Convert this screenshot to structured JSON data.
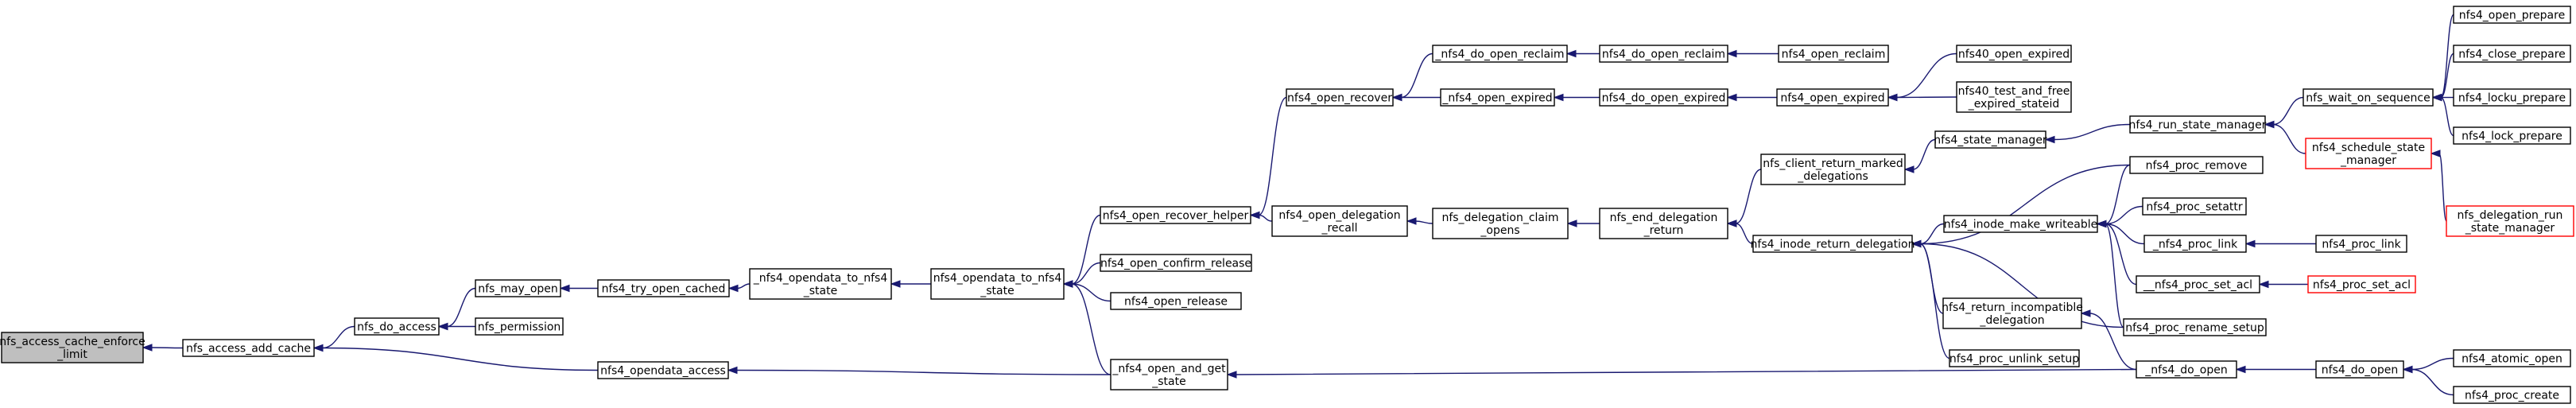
{
  "colors": {
    "edge": "#191970",
    "node_border": "#000000",
    "node_border_special": "#ff0000",
    "root_fill": "#bfbfbf"
  },
  "nodes": {
    "root": [
      "nfs_access_cache_enforce",
      "_limit"
    ],
    "nfs_access_add_cache": [
      "nfs_access_add_cache"
    ],
    "nfs_do_access": [
      "nfs_do_access"
    ],
    "nfs4_opendata_access": [
      "nfs4_opendata_access"
    ],
    "nfs_may_open": [
      "nfs_may_open"
    ],
    "nfs_permission": [
      "nfs_permission"
    ],
    "nfs4_try_open_cached": [
      "nfs4_try_open_cached"
    ],
    "_nfs4_opendata_to_nfs4_state": [
      "_nfs4_opendata_to_nfs4",
      "_state"
    ],
    "nfs4_opendata_to_nfs4_state": [
      "nfs4_opendata_to_nfs4",
      "_state"
    ],
    "nfs4_open_recover_helper": [
      "nfs4_open_recover_helper"
    ],
    "nfs4_open_confirm_release": [
      "nfs4_open_confirm_release"
    ],
    "nfs4_open_release": [
      "nfs4_open_release"
    ],
    "_nfs4_open_and_get_state": [
      "_nfs4_open_and_get",
      "_state"
    ],
    "nfs4_open_recover": [
      "nfs4_open_recover"
    ],
    "nfs4_open_delegation_recall": [
      "nfs4_open_delegation",
      "_recall"
    ],
    "_nfs4_do_open_reclaim": [
      "_nfs4_do_open_reclaim"
    ],
    "_nfs4_open_expired": [
      "_nfs4_open_expired"
    ],
    "nfs4_do_open_reclaim": [
      "nfs4_do_open_reclaim"
    ],
    "nfs4_open_reclaim": [
      "nfs4_open_reclaim"
    ],
    "nfs4_do_open_expired": [
      "nfs4_do_open_expired"
    ],
    "nfs4_open_expired": [
      "nfs4_open_expired"
    ],
    "nfs40_open_expired": [
      "nfs40_open_expired"
    ],
    "nfs40_test_and_free_expired_stateid": [
      "nfs40_test_and_free",
      "_expired_stateid"
    ],
    "nfs_delegation_claim_opens": [
      "nfs_delegation_claim",
      "_opens"
    ],
    "nfs_end_delegation_return": [
      "nfs_end_delegation",
      "_return"
    ],
    "nfs_client_return_marked_delegations": [
      "nfs_client_return_marked",
      "_delegations"
    ],
    "nfs4_state_manager": [
      "nfs4_state_manager"
    ],
    "nfs4_run_state_manager": [
      "nfs4_run_state_manager"
    ],
    "nfs4_inode_return_delegation": [
      "nfs4_inode_return_delegation"
    ],
    "nfs4_inode_make_writeable": [
      "nfs4_inode_make_writeable"
    ],
    "nfs4_return_incompatible_delegation": [
      "nfs4_return_incompatible",
      "_delegation"
    ],
    "nfs4_proc_unlink_setup": [
      "nfs4_proc_unlink_setup"
    ],
    "nfs4_proc_remove": [
      "nfs4_proc_remove"
    ],
    "nfs4_proc_setattr": [
      "nfs4_proc_setattr"
    ],
    "_nfs4_proc_link": [
      "_nfs4_proc_link"
    ],
    "__nfs4_proc_set_acl": [
      "__nfs4_proc_set_acl"
    ],
    "nfs4_proc_rename_setup": [
      "nfs4_proc_rename_setup"
    ],
    "_nfs4_do_open": [
      "_nfs4_do_open"
    ],
    "nfs4_proc_link": [
      "nfs4_proc_link"
    ],
    "nfs4_proc_set_acl": [
      "nfs4_proc_set_acl"
    ],
    "nfs4_do_open": [
      "nfs4_do_open"
    ],
    "nfs_wait_on_sequence": [
      "nfs_wait_on_sequence"
    ],
    "nfs4_schedule_state_manager": [
      "nfs4_schedule_state",
      "_manager"
    ],
    "nfs_delegation_run_state_manager": [
      "nfs_delegation_run",
      "_state_manager"
    ],
    "nfs4_open_prepare": [
      "nfs4_open_prepare"
    ],
    "nfs4_close_prepare": [
      "nfs4_close_prepare"
    ],
    "nfs4_locku_prepare": [
      "nfs4_locku_prepare"
    ],
    "nfs4_lock_prepare": [
      "nfs4_lock_prepare"
    ],
    "nfs4_atomic_open": [
      "nfs4_atomic_open"
    ],
    "nfs4_proc_create": [
      "nfs4_proc_create"
    ]
  }
}
